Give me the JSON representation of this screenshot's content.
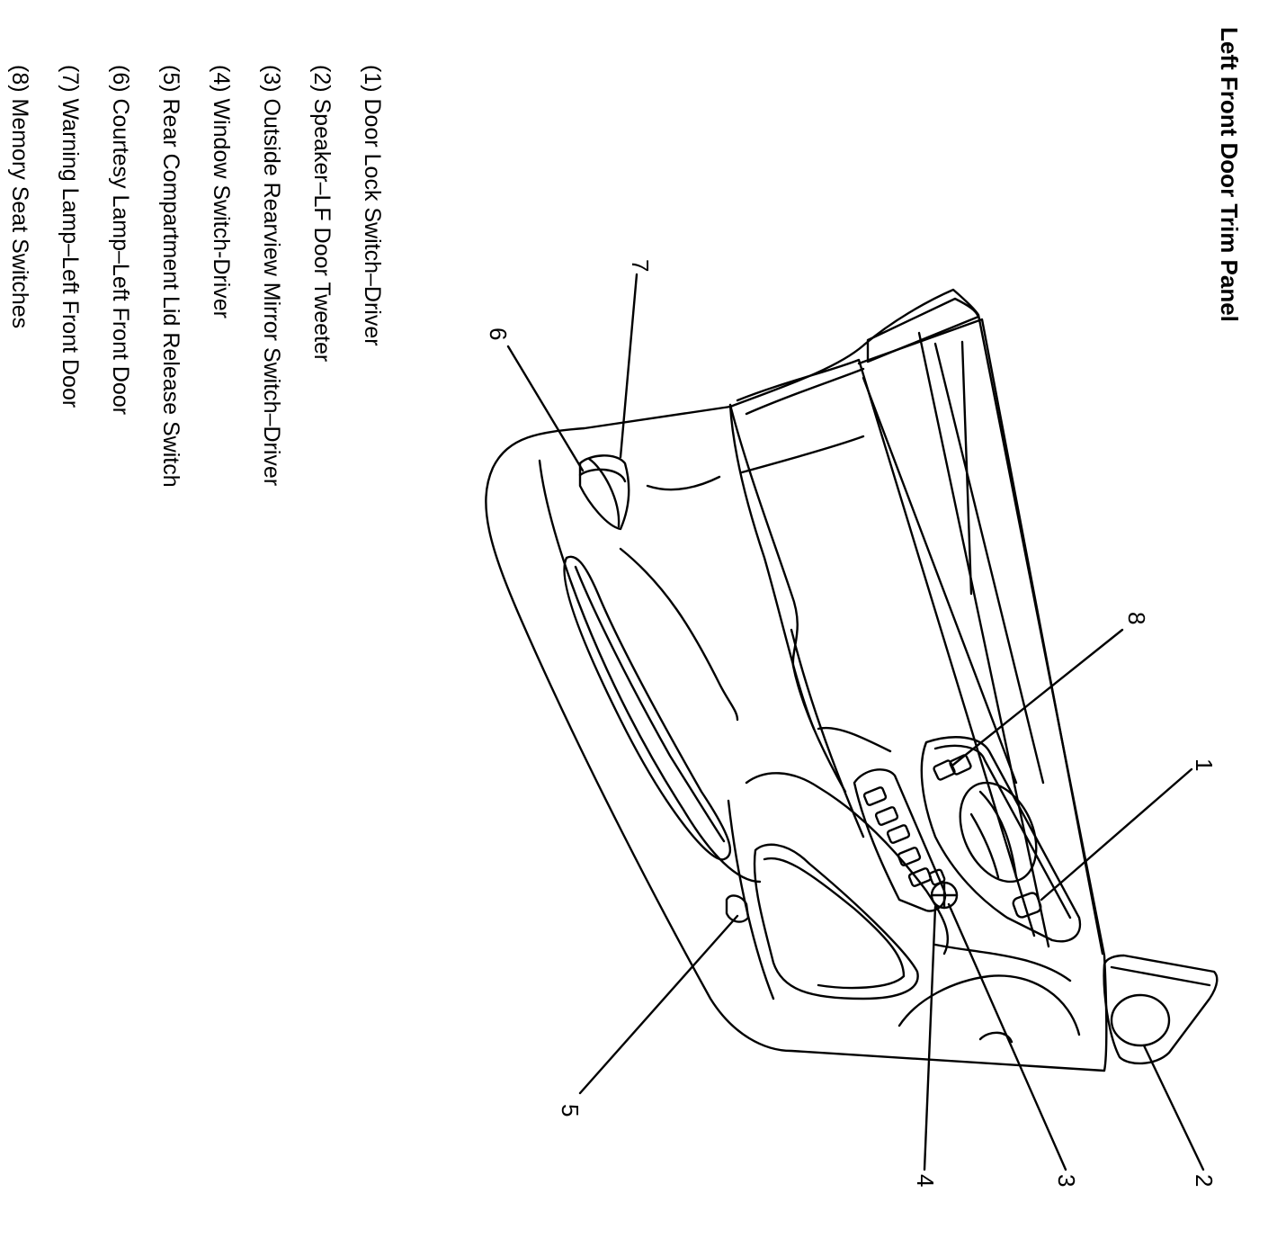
{
  "title": "Left Front Door Trim Panel",
  "legend": [
    {
      "label": "(1) Door Lock Switch–Driver"
    },
    {
      "label": "(2) Speaker–LF Door Tweeter"
    },
    {
      "label": "(3) Outside Rearview Mirror Switch–Driver"
    },
    {
      "label": "(4) Window Switch-Driver"
    },
    {
      "label": "(5) Rear Compartment Lid Release Switch"
    },
    {
      "label": "(6) Courtesy Lamp–Left Front Door"
    },
    {
      "label": "(7) Warning Lamp–Left Front Door"
    },
    {
      "label": "(8) Memory Seat Switches"
    }
  ],
  "callouts": [
    "1",
    "2",
    "3",
    "4",
    "5",
    "6",
    "7",
    "8"
  ],
  "colors": {
    "ink": "#000000",
    "background": "#ffffff"
  }
}
